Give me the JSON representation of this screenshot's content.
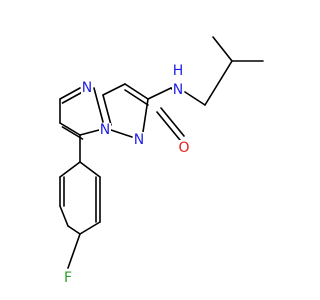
{
  "colors": {
    "background": "#ffffff",
    "bond": "#000000",
    "nitrogen": "#1f1fe6",
    "oxygen": "#e02020",
    "fluorine": "#2aa12a",
    "hydrogen_on_n": "#1f1fe6"
  },
  "atoms": {
    "n_ring_top": "N",
    "n_bridge": "N",
    "n_pyrazole": "N",
    "n_amide": "N",
    "h_amide": "H",
    "o_carbonyl": "O",
    "f_aryl": "F"
  }
}
